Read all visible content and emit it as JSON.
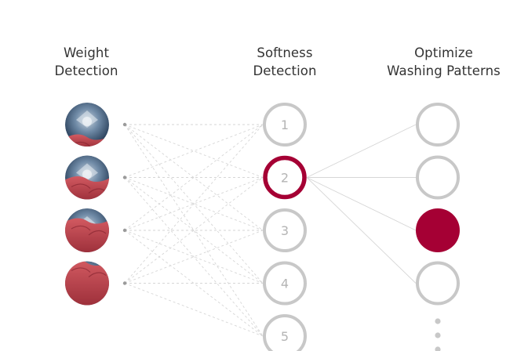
{
  "columns": {
    "weight": {
      "line1": "Weight",
      "line2": "Detection"
    },
    "softness": {
      "line1": "Softness",
      "line2": "Detection"
    },
    "optimize": {
      "line1": "Optimize",
      "line2": "Washing Patterns"
    }
  },
  "weight_nodes": [
    {
      "name": "load-level-1",
      "fill_fraction": 0.25
    },
    {
      "name": "load-level-2",
      "fill_fraction": 0.5
    },
    {
      "name": "load-level-3",
      "fill_fraction": 0.75
    },
    {
      "name": "load-level-4",
      "fill_fraction": 1.0
    }
  ],
  "softness_nodes": [
    {
      "label": "1",
      "selected": false
    },
    {
      "label": "2",
      "selected": true
    },
    {
      "label": "3",
      "selected": false
    },
    {
      "label": "4",
      "selected": false
    },
    {
      "label": "5",
      "selected": false
    }
  ],
  "pattern_nodes": [
    {
      "selected": false
    },
    {
      "selected": false
    },
    {
      "selected": true
    },
    {
      "selected": false
    }
  ],
  "more_patterns_indicator": "vertical-ellipsis",
  "colors": {
    "accent": "#a50034",
    "node_ring": "#c8c8c8",
    "connector": "#d6d6d6",
    "fabric": "#c04a52",
    "drum": "#3d5a7a",
    "text": "#333333"
  }
}
